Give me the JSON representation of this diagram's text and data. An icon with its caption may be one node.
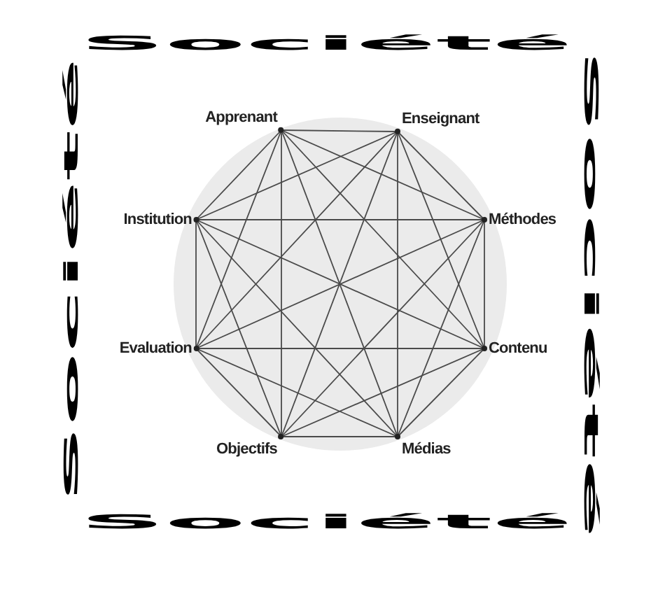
{
  "diagram": {
    "nodes": [
      {
        "text": [
          "Apprenant"
        ]
      },
      {
        "text": [
          "Enseignant"
        ]
      },
      {
        "text": [
          "Institution"
        ]
      },
      {
        "text": [
          "Méthodes"
        ]
      },
      {
        "text": [
          "Evaluation"
        ]
      },
      {
        "text": [
          "Contenu"
        ]
      },
      {
        "text": [
          "Objectifs"
        ]
      },
      {
        "text": [
          "Médias"
        ]
      }
    ],
    "edges": [
      {
        "from": 0,
        "to": 1,
        "arrow": "none"
      },
      {
        "from": 0,
        "to": 2,
        "arrow": "none"
      },
      {
        "from": 0,
        "to": 3,
        "arrow": "none"
      },
      {
        "from": 0,
        "to": 4,
        "arrow": "none"
      },
      {
        "from": 0,
        "to": 5,
        "arrow": "none"
      },
      {
        "from": 0,
        "to": 6,
        "arrow": "none"
      },
      {
        "from": 0,
        "to": 7,
        "arrow": "none"
      },
      {
        "from": 1,
        "to": 2,
        "arrow": "none"
      },
      {
        "from": 1,
        "to": 3,
        "arrow": "none"
      },
      {
        "from": 1,
        "to": 4,
        "arrow": "none"
      },
      {
        "from": 1,
        "to": 5,
        "arrow": "none"
      },
      {
        "from": 1,
        "to": 6,
        "arrow": "none"
      },
      {
        "from": 1,
        "to": 7,
        "arrow": "none"
      },
      {
        "from": 2,
        "to": 3,
        "arrow": "none"
      },
      {
        "from": 2,
        "to": 4,
        "arrow": "none"
      },
      {
        "from": 2,
        "to": 5,
        "arrow": "none"
      },
      {
        "from": 2,
        "to": 6,
        "arrow": "none"
      },
      {
        "from": 2,
        "to": 7,
        "arrow": "none"
      },
      {
        "from": 3,
        "to": 4,
        "arrow": "none"
      },
      {
        "from": 3,
        "to": 5,
        "arrow": "none"
      },
      {
        "from": 3,
        "to": 6,
        "arrow": "none"
      },
      {
        "from": 3,
        "to": 7,
        "arrow": "none"
      },
      {
        "from": 4,
        "to": 5,
        "arrow": "none"
      },
      {
        "from": 4,
        "to": 6,
        "arrow": "none"
      },
      {
        "from": 4,
        "to": 7,
        "arrow": "none"
      },
      {
        "from": 5,
        "to": 6,
        "arrow": "none"
      },
      {
        "from": 5,
        "to": 7,
        "arrow": "none"
      },
      {
        "from": 6,
        "to": 7,
        "arrow": "none"
      }
    ],
    "labels": [
      "Société",
      "Société",
      "Société",
      "Société"
    ]
  }
}
